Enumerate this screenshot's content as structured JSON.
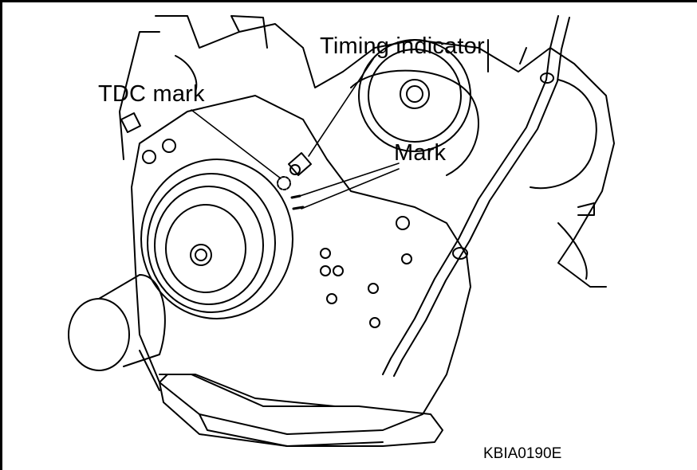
{
  "labels": {
    "timing_indicator": "Timing indicator",
    "tdc_mark": "TDC mark",
    "mark": "Mark",
    "figure_code": "KBIA0190E"
  }
}
